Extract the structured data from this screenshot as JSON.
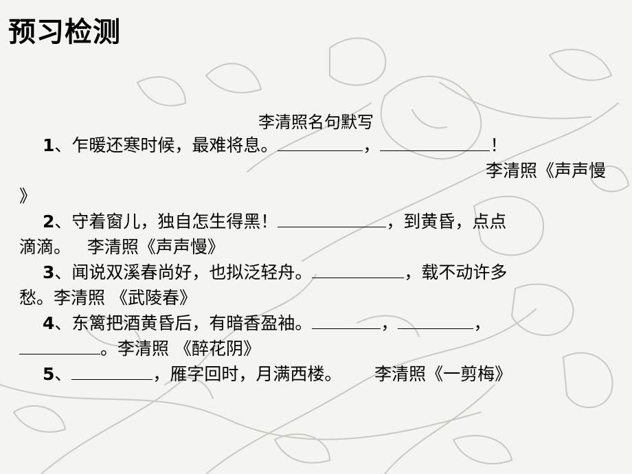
{
  "slide": {
    "title": "预习检测",
    "subtitle": "李清照名句默写"
  },
  "items": [
    {
      "num": "1",
      "text_a": "、乍暖还寒时候，最难将息。",
      "sep": "，",
      "end": "！",
      "source_line": "李清照《声声慢",
      "source_cont": "》"
    },
    {
      "num": "2",
      "text_a": "、守着窗儿，独自怎生得黑！",
      "text_b": "，到黄昏，点点",
      "text_c": "滴滴。",
      "source": "李清照《声声慢》"
    },
    {
      "num": "3",
      "text_a": "、闻说双溪春尚好，也拟泛轻舟。",
      "text_b": "，载不动许多",
      "text_c": "愁。",
      "source": "李清照 《武陵春》"
    },
    {
      "num": "4",
      "text_a": "、东篱把酒黄昏后，有暗香盈袖。",
      "sep1": "，",
      "sep2": "，",
      "text_c": "。",
      "source": "李清照 《醉花阴》"
    },
    {
      "num": "5",
      "text_a": "、",
      "text_b": "，雁字回时，月满西楼。",
      "source": "李清照《一剪梅》"
    }
  ]
}
